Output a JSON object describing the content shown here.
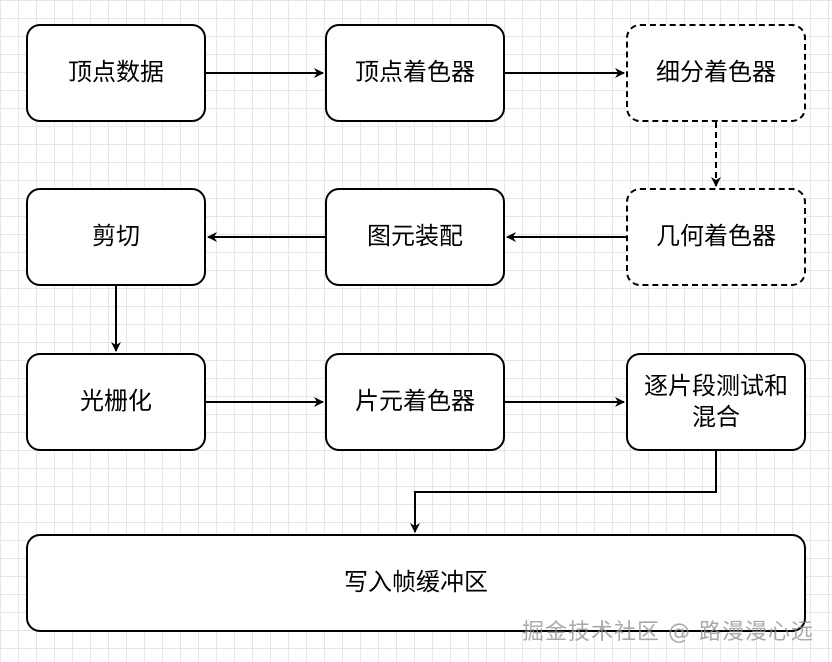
{
  "nodes": {
    "vertex_data": "顶点数据",
    "vertex_shader": "顶点着色器",
    "tessellation_shader": "细分着色器",
    "clipping": "剪切",
    "primitive_assembly": "图元装配",
    "geometry_shader": "几何着色器",
    "rasterization": "光栅化",
    "fragment_shader": "片元着色器",
    "per_fragment_tests": "逐片段测试和混合",
    "framebuffer_write": "写入帧缓冲区"
  },
  "watermark": "掘金技术社区 @ 路漫漫心远"
}
